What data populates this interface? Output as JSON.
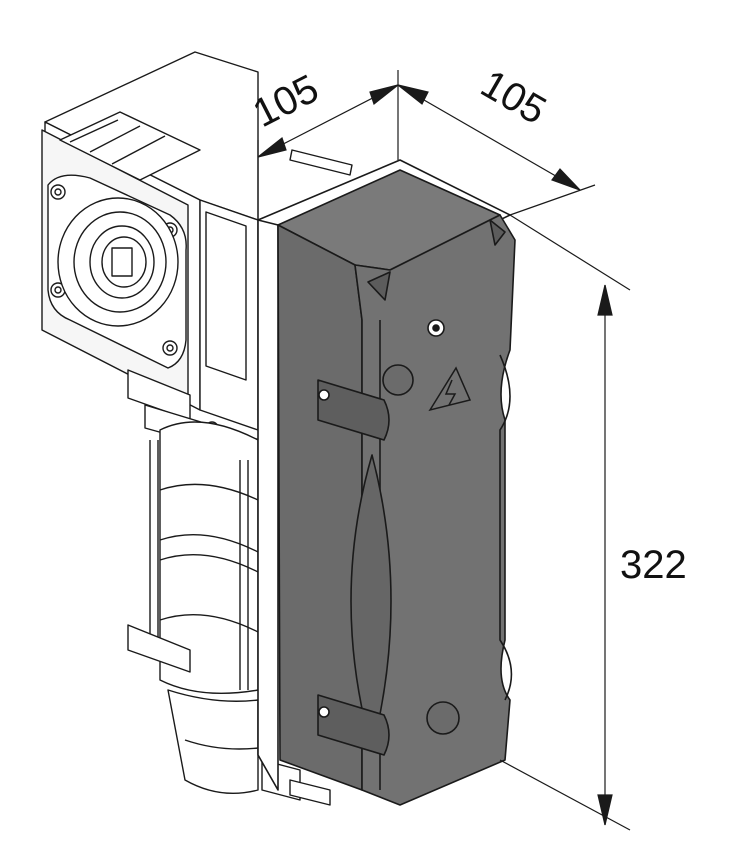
{
  "dimensions": {
    "width_label": "105",
    "depth_label": "105",
    "height_label": "322"
  },
  "colors": {
    "cover": "#6e6e6e",
    "cover_dark": "#5a5a5a",
    "outline": "#1a1a1a",
    "metal": "#ffffff"
  },
  "symbols": {
    "warning_sign": "high-voltage-warning-icon"
  }
}
